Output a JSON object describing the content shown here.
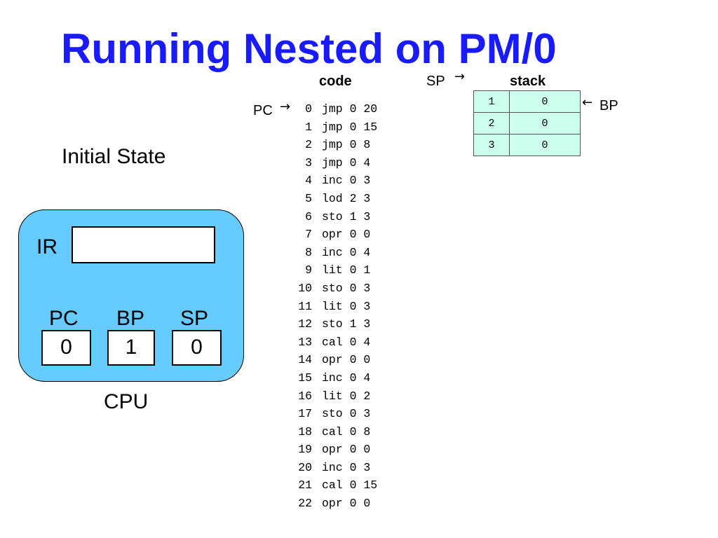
{
  "title": "Running Nested on PM/0",
  "state_label": "Initial State",
  "cpu": {
    "label": "CPU",
    "ir": {
      "label": "IR",
      "value": ""
    },
    "registers": [
      {
        "label": "PC",
        "value": "0"
      },
      {
        "label": "BP",
        "value": "1"
      },
      {
        "label": "SP",
        "value": "0"
      }
    ]
  },
  "code": {
    "header": "code",
    "pointer_label": "PC",
    "lines": [
      {
        "index": "0",
        "instr": "jmp 0 20"
      },
      {
        "index": "1",
        "instr": "jmp 0 15"
      },
      {
        "index": "2",
        "instr": "jmp 0 8"
      },
      {
        "index": "3",
        "instr": "jmp 0 4"
      },
      {
        "index": "4",
        "instr": "inc 0 3"
      },
      {
        "index": "5",
        "instr": "lod 2 3"
      },
      {
        "index": "6",
        "instr": "sto 1 3"
      },
      {
        "index": "7",
        "instr": "opr 0 0"
      },
      {
        "index": "8",
        "instr": "inc 0 4"
      },
      {
        "index": "9",
        "instr": "lit 0 1"
      },
      {
        "index": "10",
        "instr": "sto 0 3"
      },
      {
        "index": "11",
        "instr": "lit 0 3"
      },
      {
        "index": "12",
        "instr": "sto 1 3"
      },
      {
        "index": "13",
        "instr": "cal 0 4"
      },
      {
        "index": "14",
        "instr": "opr 0 0"
      },
      {
        "index": "15",
        "instr": "inc 0 4"
      },
      {
        "index": "16",
        "instr": "lit 0 2"
      },
      {
        "index": "17",
        "instr": "sto 0 3"
      },
      {
        "index": "18",
        "instr": "cal 0 8"
      },
      {
        "index": "19",
        "instr": "opr 0 0"
      },
      {
        "index": "20",
        "instr": "inc 0 3"
      },
      {
        "index": "21",
        "instr": "cal 0 15"
      },
      {
        "index": "22",
        "instr": "opr 0 0"
      }
    ]
  },
  "stack": {
    "header": "stack",
    "sp_label": "SP",
    "bp_label": "BP",
    "cells": [
      {
        "address": "1",
        "value": "0"
      },
      {
        "address": "2",
        "value": "0"
      },
      {
        "address": "3",
        "value": "0"
      }
    ]
  },
  "arrow_glyph": "→",
  "arrow_glyph_left": "←",
  "colors": {
    "title": "#1a1aff",
    "cpu_fill": "#66ccff",
    "stack_fill": "#ccffee"
  }
}
